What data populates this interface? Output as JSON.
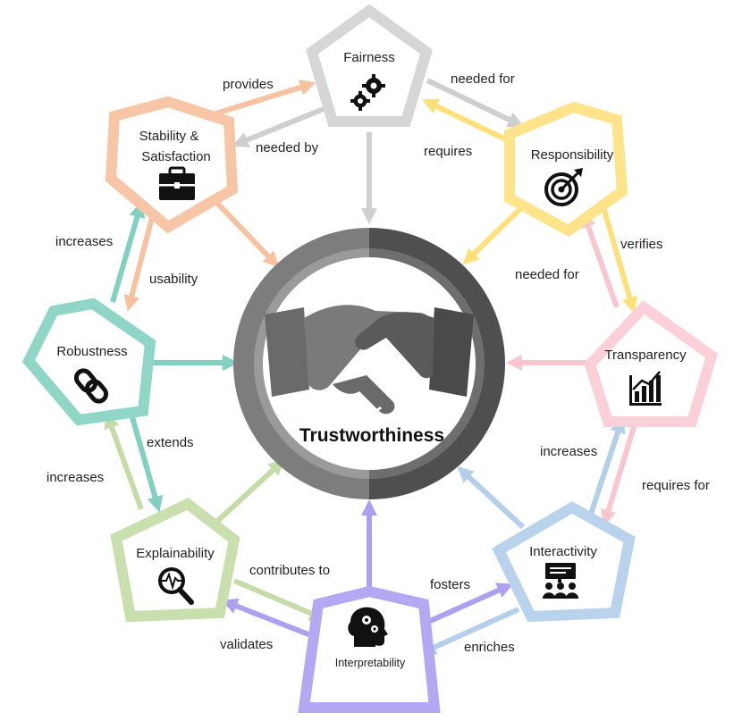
{
  "center": {
    "title": "Trustworthiness",
    "icon": "handshake-icon",
    "colors": {
      "light": "#8c8c8c",
      "dark": "#5a5a5a",
      "ring_light": "#7d7d7d",
      "ring_dark": "#4f4f4f"
    }
  },
  "nodes": {
    "fairness": {
      "label": "Fairness",
      "icon": "gears-icon",
      "color": "#d6d6d6"
    },
    "stability": {
      "label_line1": "Stability &",
      "label_line2": "Satisfaction",
      "icon": "briefcase-icon",
      "color": "#f7c6a6"
    },
    "responsibility": {
      "label": "Responsibility",
      "icon": "target-icon",
      "color": "#fde38a"
    },
    "robustness": {
      "label": "Robustness",
      "icon": "chain-link-icon",
      "color": "#8fd6c6"
    },
    "transparency": {
      "label": "Transparency",
      "icon": "bar-chart-icon",
      "color": "#fbd0d8"
    },
    "explainability": {
      "label": "Explainability",
      "icon": "magnifier-pulse-icon",
      "color": "#c9dfae"
    },
    "interactivity": {
      "label": "Interactivity",
      "icon": "audience-screen-icon",
      "color": "#b9d3ec"
    },
    "interpretability": {
      "label": "Interpretability",
      "icon": "head-gears-icon",
      "color": "#b4a8f2"
    }
  },
  "edges": {
    "provides": "provides",
    "needed_by": "needed by",
    "needed_for_top": "needed for",
    "requires": "requires",
    "increases_left": "increases",
    "usability": "usability",
    "verifies": "verifies",
    "needed_for_right": "needed for",
    "extends": "extends",
    "increases_lower_left": "increases",
    "increases_lower_right": "increases",
    "requires_for": "requires for",
    "contributes_to": "contributes to",
    "validates": "validates",
    "fosters": "fosters",
    "enriches": "enriches"
  }
}
